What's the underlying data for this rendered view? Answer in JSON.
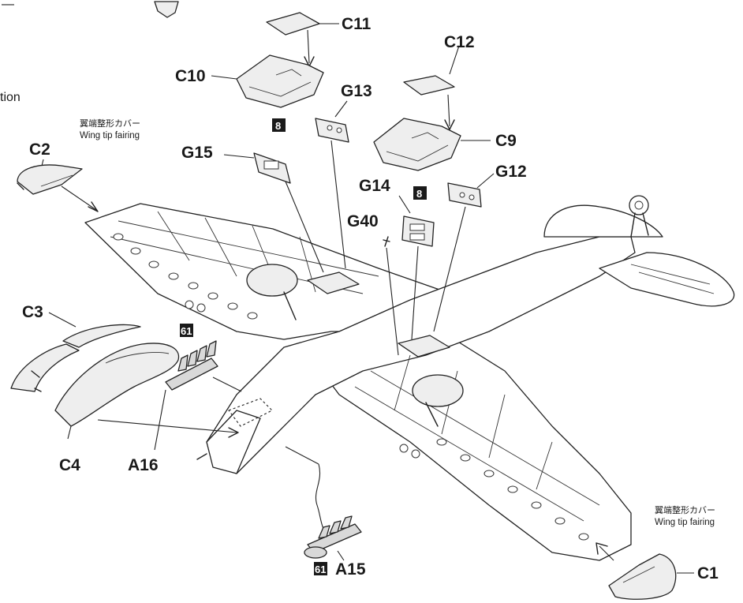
{
  "fragments": {
    "top_left": "—",
    "side_left": "tion"
  },
  "parts": {
    "C1": "C1",
    "C2": "C2",
    "C3": "C3",
    "C4": "C4",
    "C9": "C9",
    "C10": "C10",
    "C11": "C11",
    "C12": "C12",
    "G12": "G12",
    "G13": "G13",
    "G14": "G14",
    "G15": "G15",
    "G40": "G40",
    "A15": "A15",
    "A16": "A16"
  },
  "badges": {
    "g15": "8",
    "g12": "8",
    "a16": "61",
    "a15": "61"
  },
  "notes": {
    "left": {
      "jp": "翼端整形カバー",
      "en": "Wing tip fairing"
    },
    "right": {
      "jp": "翼端整形カバー",
      "en": "Wing tip fairing"
    }
  },
  "colors": {
    "ink": "#1a1a1a",
    "badge": "#1a1a1a",
    "paper": "#ffffff"
  }
}
